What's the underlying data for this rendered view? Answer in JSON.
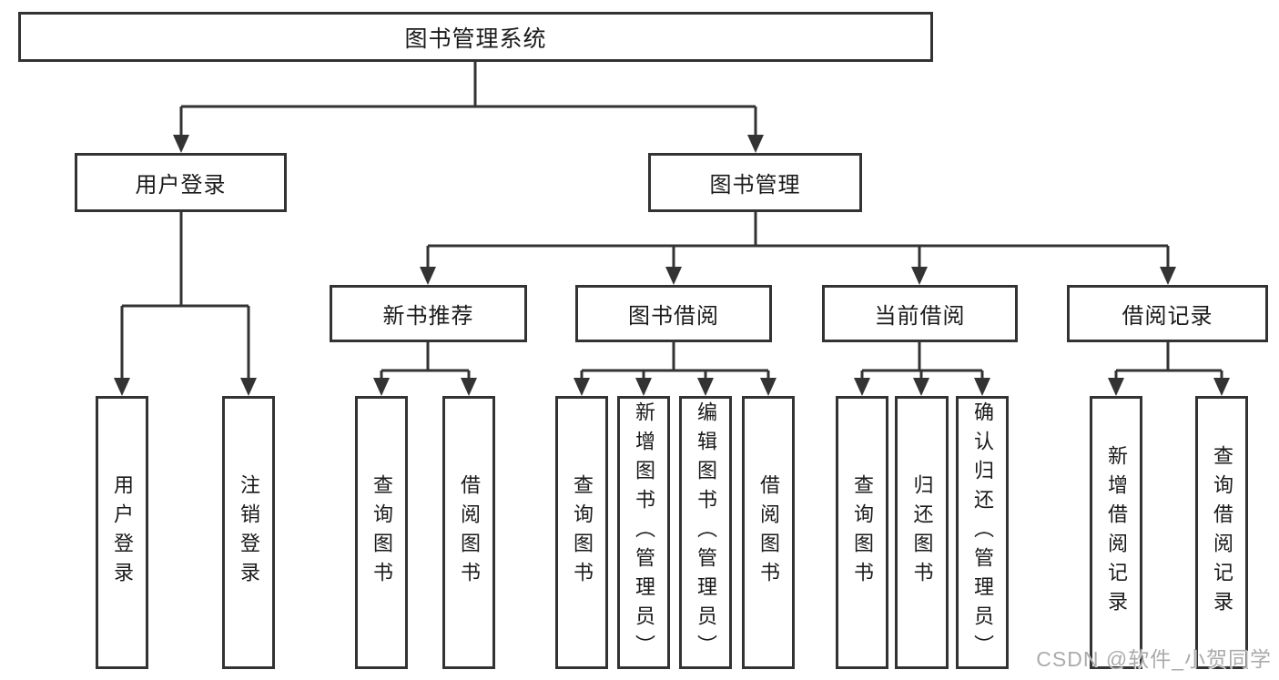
{
  "watermark": "CSDN @软件_小贺同学",
  "colors": {
    "line": "#333333",
    "text": "#1a1a1a",
    "box_background": "#ffffff",
    "watermark": "#ababab",
    "page_background": "#ffffff"
  },
  "tree": {
    "root": {
      "label": "图书管理系统"
    },
    "children": [
      {
        "label": "用户登录",
        "children": [
          {
            "label": "用户登录"
          },
          {
            "label": "注销登录"
          }
        ]
      },
      {
        "label": "图书管理",
        "children": [
          {
            "label": "新书推荐",
            "children": [
              {
                "label": "查询图书"
              },
              {
                "label": "借阅图书"
              }
            ]
          },
          {
            "label": "图书借阅",
            "children": [
              {
                "label": "查询图书"
              },
              {
                "label": "新增图书（管理员）"
              },
              {
                "label": "编辑图书（管理员）"
              },
              {
                "label": "借阅图书"
              }
            ]
          },
          {
            "label": "当前借阅",
            "children": [
              {
                "label": "查询图书"
              },
              {
                "label": "归还图书"
              },
              {
                "label": "确认归还（管理员）"
              }
            ]
          },
          {
            "label": "借阅记录",
            "children": [
              {
                "label": "新增借阅记录"
              },
              {
                "label": "查询借阅记录"
              }
            ]
          }
        ]
      }
    ]
  }
}
